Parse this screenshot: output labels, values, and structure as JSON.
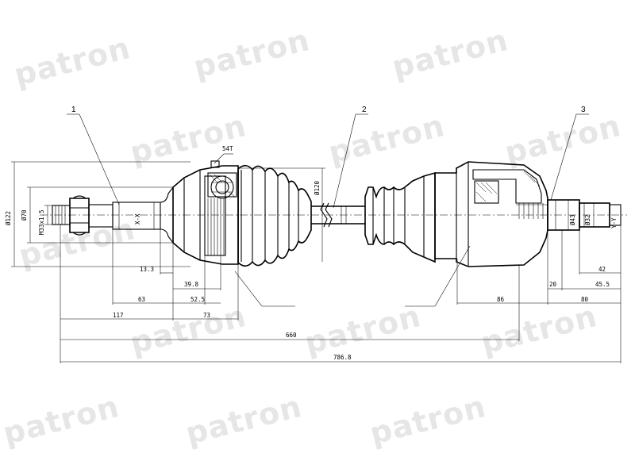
{
  "watermark": {
    "text": "patron",
    "color": "#e3e3e3"
  },
  "callouts": [
    "1",
    "2",
    "3"
  ],
  "labels": {
    "teeth_outer": "54T",
    "spline_outer": "X-X",
    "spline_inner": "Y-Y",
    "dia_122": "Ø122",
    "dia_70": "Ø70",
    "thread": "M33x1.5",
    "dia_120": "Ø120",
    "dia_43": "Ø43",
    "dia_32": "Ø32"
  },
  "dimensions": {
    "d_13_3": "13.3",
    "d_39_8": "39.8",
    "d_63": "63",
    "d_52_5": "52.5",
    "d_117": "117",
    "d_73": "73",
    "d_660": "660",
    "d_786_8": "786.8",
    "d_42": "42",
    "d_20": "20",
    "d_45_5": "45.5",
    "d_86": "86",
    "d_80": "80"
  },
  "colors": {
    "line": "#000000",
    "background": "#ffffff"
  }
}
